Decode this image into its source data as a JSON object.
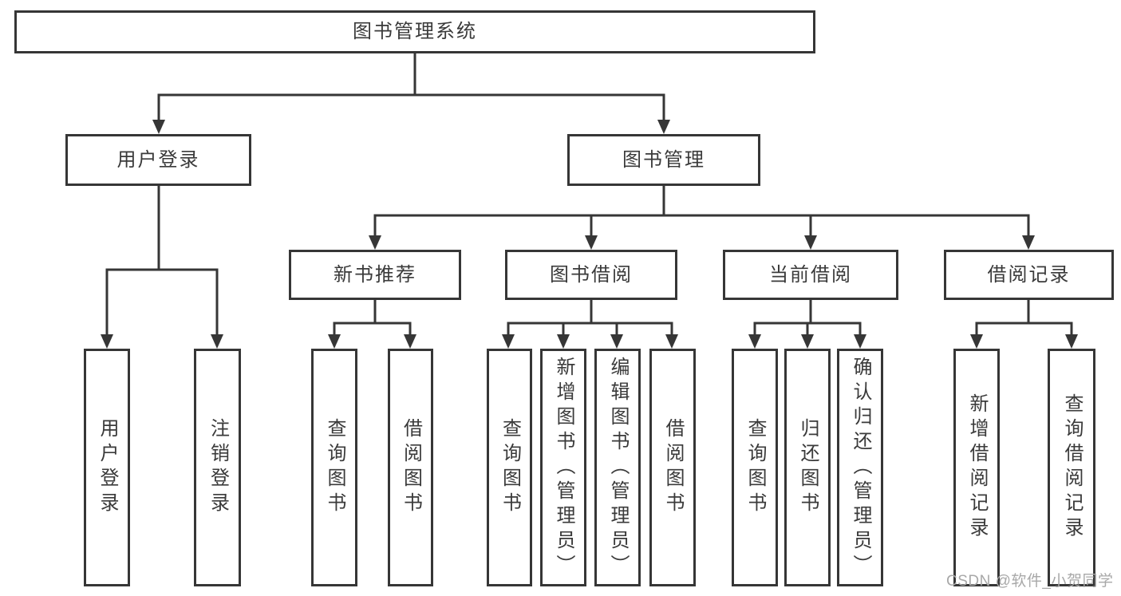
{
  "tree": {
    "label": "图书管理系统",
    "children": [
      {
        "label": "用户登录",
        "children": [
          {
            "label": "用户登录"
          },
          {
            "label": "注销登录"
          }
        ]
      },
      {
        "label": "图书管理",
        "children": [
          {
            "label": "新书推荐",
            "children": [
              {
                "label": "查询图书"
              },
              {
                "label": "借阅图书"
              }
            ]
          },
          {
            "label": "图书借阅",
            "children": [
              {
                "label": "查询图书"
              },
              {
                "label": "新增图书（管理员）"
              },
              {
                "label": "编辑图书（管理员）"
              },
              {
                "label": "借阅图书"
              }
            ]
          },
          {
            "label": "当前借阅",
            "children": [
              {
                "label": "查询图书"
              },
              {
                "label": "归还图书"
              },
              {
                "label": "确认归还（管理员）"
              }
            ]
          },
          {
            "label": "借阅记录",
            "children": [
              {
                "label": "新增借阅记录"
              },
              {
                "label": "查询借阅记录"
              }
            ]
          }
        ]
      }
    ]
  },
  "watermark": {
    "text": "CSDN @软件_小贺同学"
  },
  "colors": {
    "line": "#363636",
    "text": "#3a3a3a",
    "background": "#ffffff",
    "watermark": "#a8a8a8"
  }
}
